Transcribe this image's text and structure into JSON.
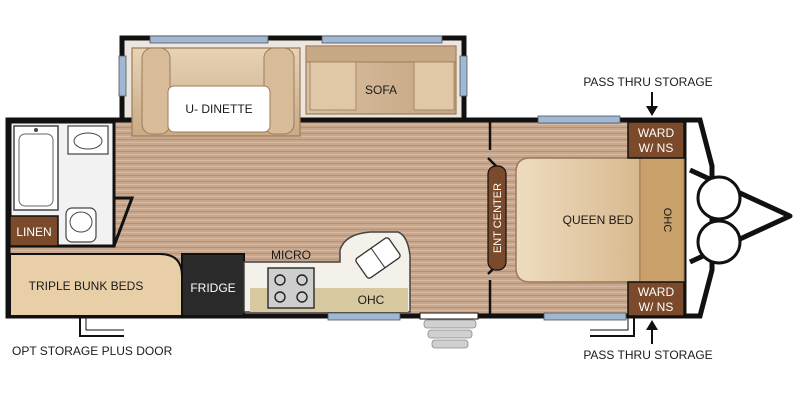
{
  "labels": {
    "dinette": "U- DINETTE",
    "sofa": "SOFA",
    "linen": "LINEN",
    "triple_bunk": "TRIPLE BUNK BEDS",
    "fridge": "FRIDGE",
    "micro": "MICRO",
    "ohc_kitchen": "OHC",
    "ent_center": "ENT CENTER",
    "queen_bed": "QUEEN BED",
    "ohc_bed": "OHC",
    "ward_top_1": "WARD",
    "ward_top_2": "W/ NS",
    "ward_bottom_1": "WARD",
    "ward_bottom_2": "W/ NS",
    "pass_thru_top": "PASS THRU STORAGE",
    "pass_thru_bottom": "PASS THRU STORAGE",
    "opt_storage": "OPT STORAGE PLUS DOOR"
  },
  "colors": {
    "wall": "#111111",
    "floor": "#c9a78c",
    "wardrobe": "#7a4a2a",
    "bunk": "#e8cfa8",
    "window": "#9fb8d4",
    "counter": "#d8c9a0",
    "appliance": "#2a2a2a"
  }
}
